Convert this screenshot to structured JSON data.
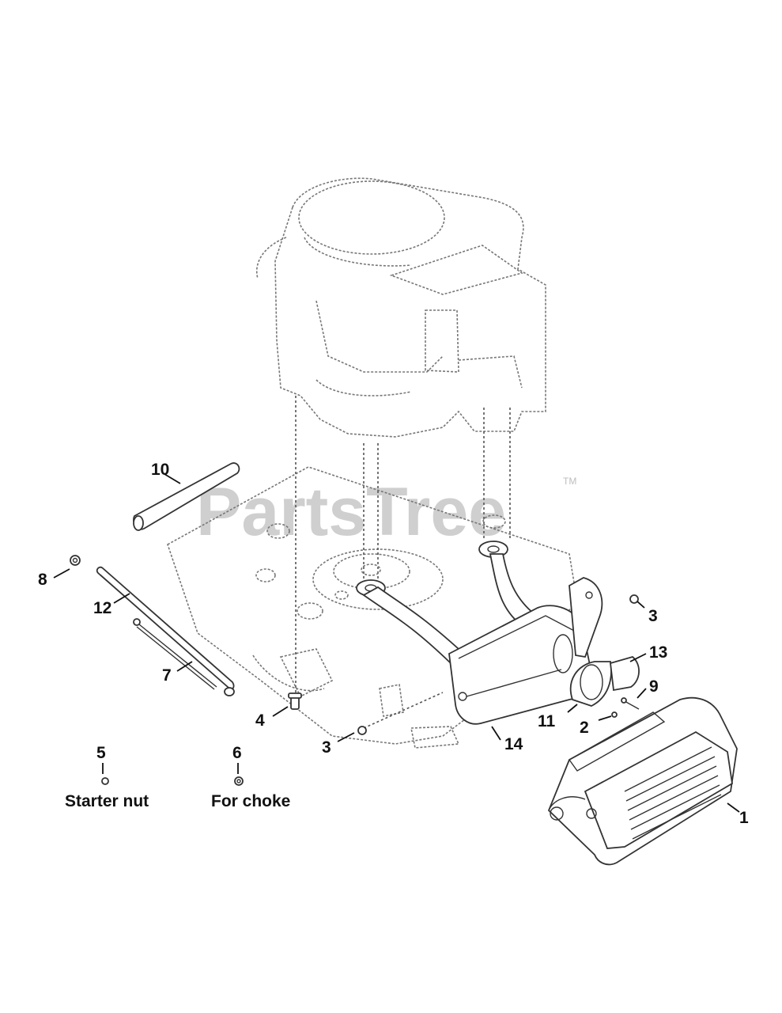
{
  "watermark": {
    "brand": "PartsTree",
    "trademark": "TM"
  },
  "callouts": [
    {
      "id": "c1",
      "text": "1"
    },
    {
      "id": "c2",
      "text": "2"
    },
    {
      "id": "c3a",
      "text": "3"
    },
    {
      "id": "c3b",
      "text": "3"
    },
    {
      "id": "c4",
      "text": "4"
    },
    {
      "id": "c5",
      "text": "5"
    },
    {
      "id": "c6",
      "text": "6"
    },
    {
      "id": "c7",
      "text": "7"
    },
    {
      "id": "c8",
      "text": "8"
    },
    {
      "id": "c9",
      "text": "9"
    },
    {
      "id": "c10",
      "text": "10"
    },
    {
      "id": "c11",
      "text": "11"
    },
    {
      "id": "c12",
      "text": "12"
    },
    {
      "id": "c13",
      "text": "13"
    },
    {
      "id": "c14",
      "text": "14"
    }
  ],
  "notes": {
    "starter_nut": "Starter nut",
    "for_choke": "For choke"
  }
}
